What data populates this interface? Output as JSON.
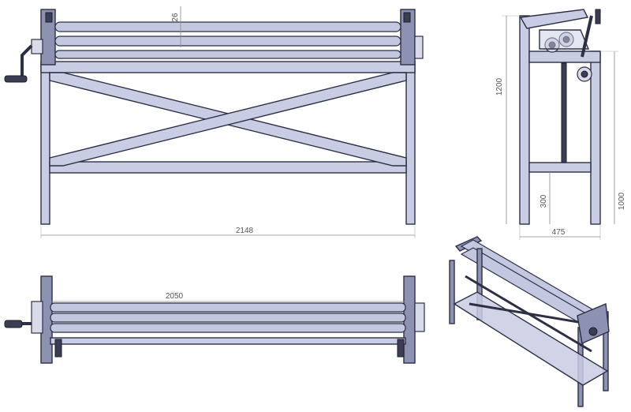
{
  "dimensions": {
    "front_roll_gap": "26",
    "front_overall_width": "2148",
    "side_height_total": "1200",
    "side_height_table": "1000",
    "side_lower_bar": "300",
    "side_depth": "475",
    "top_roll_length": "2050"
  },
  "colors": {
    "frame_fill": "#c9cde3",
    "frame_stroke": "#2d2f45",
    "dimension_line": "#8a8a8a",
    "handle_dark": "#3b3d52"
  },
  "views": [
    "front-view",
    "side-view",
    "top-view",
    "isometric-view"
  ]
}
